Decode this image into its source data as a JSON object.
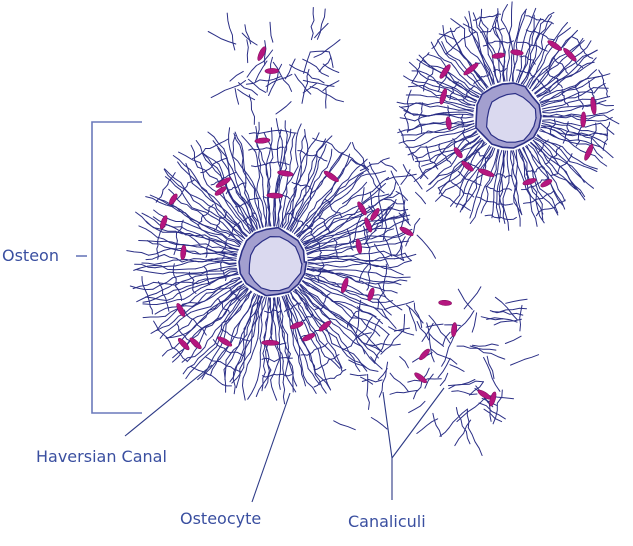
{
  "labels": {
    "osteon": "Osteon",
    "haversian_canal": "Haversian Canal",
    "osteocyte": "Osteocyte",
    "canaliculi": "Canaliculi"
  },
  "colors": {
    "canaliculi_lines": "#2b2f86",
    "osteocytes": "#b5167f",
    "haversian_canal_wall": "#a39fcf",
    "haversian_canal_lumen": "#dad9ef",
    "label_text": "#3a4fa0",
    "background": "#ffffff"
  }
}
